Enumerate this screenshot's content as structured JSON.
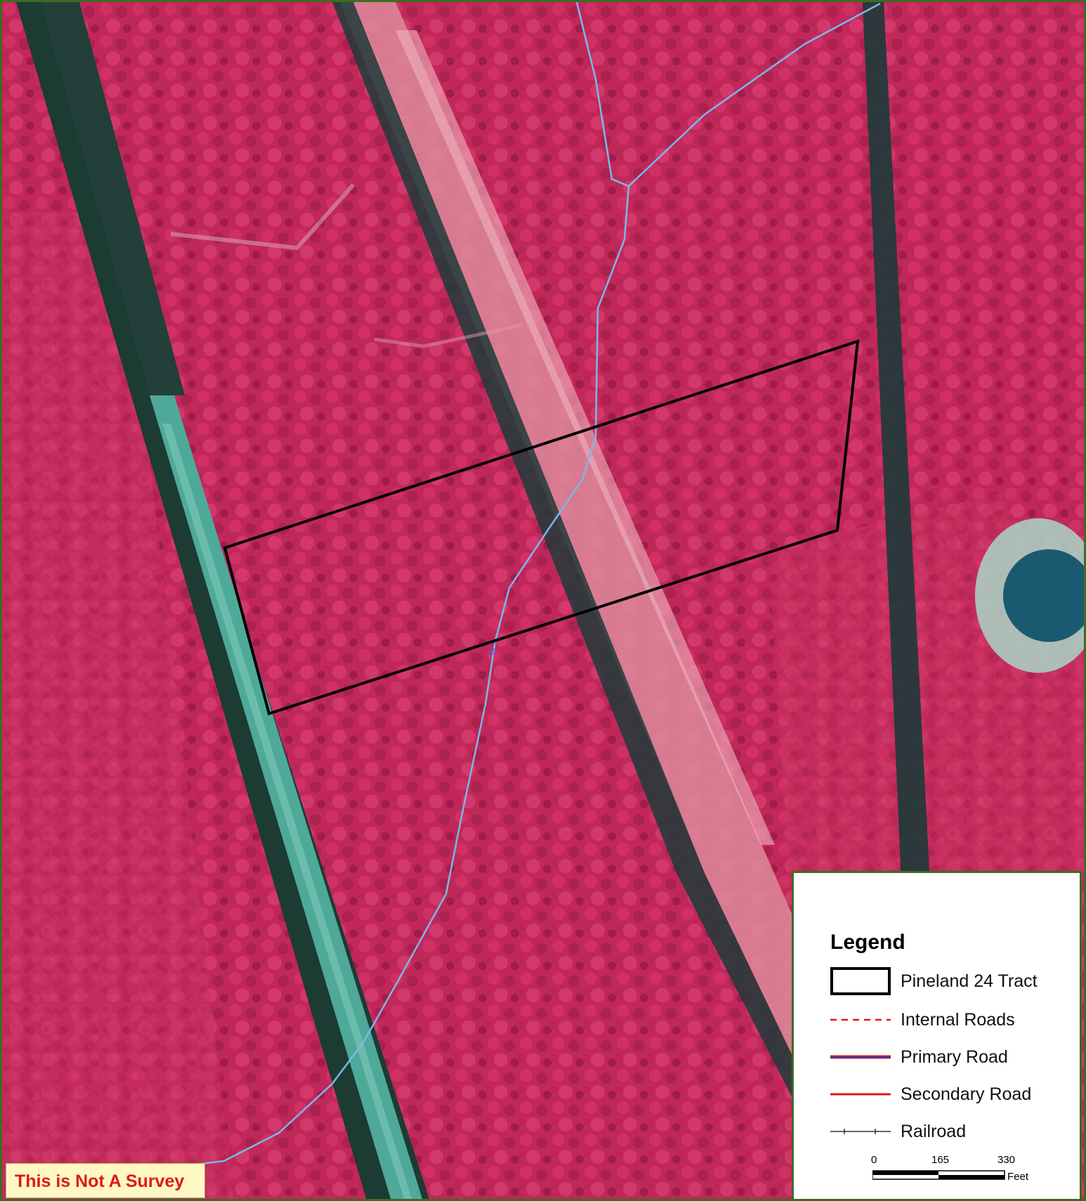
{
  "map": {
    "basemap": "color-infrared aerial imagery",
    "colors": {
      "forest": "#c0285a",
      "forest_dark": "#8e1742",
      "road_strip": "#4fa99a",
      "shadow": "#1b3b33",
      "stream": "#7ab8e8",
      "tract_boundary": "#000000",
      "pond": "#1a5a70"
    },
    "stream_label": "Br 1"
  },
  "legend": {
    "title": "Legend",
    "items": [
      {
        "label": "Pineland 24 Tract",
        "symbol": "black-outline-box"
      },
      {
        "label": "Internal Roads",
        "symbol": "red-dashed-line"
      },
      {
        "label": "Primary Road",
        "symbol": "blue-red-double-line"
      },
      {
        "label": "Secondary Road",
        "symbol": "red-solid-line"
      },
      {
        "label": "Railroad",
        "symbol": "black-ticked-line"
      }
    ],
    "scale": {
      "ticks": [
        "0",
        "165",
        "330"
      ],
      "unit": "Feet"
    }
  },
  "notice": "This is Not A Survey"
}
